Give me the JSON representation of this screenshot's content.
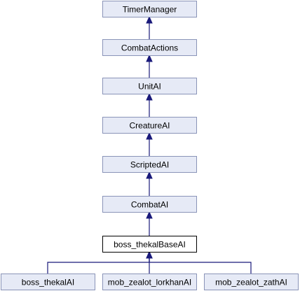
{
  "diagram": {
    "colors": {
      "box_fill": "#e6eaf6",
      "box_stroke": "#8a94b8",
      "current_fill": "#ffffff",
      "current_stroke": "#000000",
      "edge": "#19197a"
    },
    "nodes": [
      {
        "id": "timer",
        "label": "TimerManager"
      },
      {
        "id": "combatactions",
        "label": "CombatActions"
      },
      {
        "id": "unitai",
        "label": "UnitAI"
      },
      {
        "id": "creatureai",
        "label": "CreatureAI"
      },
      {
        "id": "scriptedai",
        "label": "ScriptedAI"
      },
      {
        "id": "combatai",
        "label": "CombatAI"
      },
      {
        "id": "base",
        "label": "boss_thekalBaseAI",
        "current": true
      },
      {
        "id": "thekal",
        "label": "boss_thekalAI"
      },
      {
        "id": "lorkhan",
        "label": "mob_zealot_lorkhanAI"
      },
      {
        "id": "zath",
        "label": "mob_zealot_zathAI"
      }
    ],
    "edges": [
      {
        "from": "combatactions",
        "to": "timer"
      },
      {
        "from": "unitai",
        "to": "combatactions"
      },
      {
        "from": "creatureai",
        "to": "unitai"
      },
      {
        "from": "scriptedai",
        "to": "creatureai"
      },
      {
        "from": "combatai",
        "to": "scriptedai"
      },
      {
        "from": "base",
        "to": "combatai"
      },
      {
        "from": "thekal",
        "to": "base"
      },
      {
        "from": "lorkhan",
        "to": "base"
      },
      {
        "from": "zath",
        "to": "base"
      }
    ]
  }
}
